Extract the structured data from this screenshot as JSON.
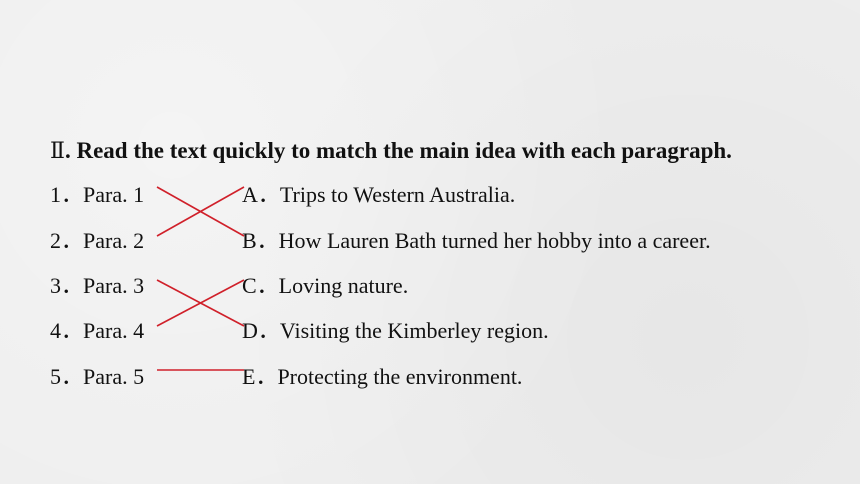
{
  "heading": {
    "roman": "Ⅱ",
    "sep": ".",
    "instruction": "Read the text quickly to match the main idea with each paragraph."
  },
  "paragraphs": [
    {
      "label": "1．Para. 1"
    },
    {
      "label": "2．Para. 2"
    },
    {
      "label": "3．Para. 3"
    },
    {
      "label": "4．Para. 4"
    },
    {
      "label": "5．Para. 5"
    }
  ],
  "ideas": [
    {
      "label": "A．Trips to Western Australia."
    },
    {
      "label": "B．How Lauren Bath turned her hobby into a career."
    },
    {
      "label": "C．Loving nature."
    },
    {
      "label": "D．Visiting the Kimberley region."
    },
    {
      "label": "E．Protecting the environment."
    }
  ],
  "colors": {
    "background": "#eeeeee",
    "text": "#111111",
    "match_line": "#d0202a"
  }
}
